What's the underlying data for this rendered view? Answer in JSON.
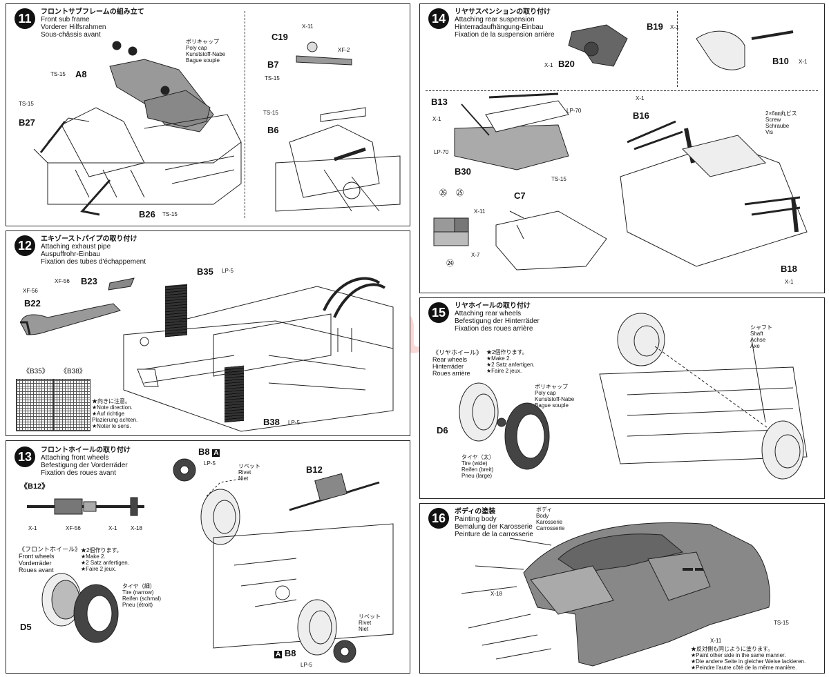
{
  "watermark": "modelartikl.cz",
  "steps": {
    "s11": {
      "number": "11",
      "jp": "フロントサブフレームの組み立て",
      "en": "Front sub frame",
      "de": "Vorderer Hilfsrahmen",
      "fr": "Sous-châssis avant",
      "labels": {
        "polycap_jp": "ポリキャップ",
        "polycap_en": "Poly cap",
        "polycap_de": "Kunststoff-Nabe",
        "polycap_fr": "Bague souple",
        "a8": "A8",
        "ts15_a": "TS-15",
        "ts15_b": "TS-15",
        "ts15_c": "TS-15",
        "ts15_d": "TS-15",
        "ts15_e": "TS-15",
        "b27": "B27",
        "b26": "B26",
        "c19": "C19",
        "x11": "X-11",
        "xf2": "XF-2",
        "b7": "B7",
        "b6": "B6"
      }
    },
    "s12": {
      "number": "12",
      "jp": "エキゾーストパイプの取り付け",
      "en": "Attaching exhaust pipe",
      "de": "Auspuffrohr-Einbau",
      "fr": "Fixation des tubes d'échappement",
      "labels": {
        "xf56_a": "XF-56",
        "xf56_b": "XF-56",
        "b23": "B23",
        "b22": "B22",
        "b35": "B35",
        "lp5_a": "LP-5",
        "b38": "B38",
        "lp5_b": "LP-5",
        "b35_tag": "《B35》",
        "b38_tag": "《B38》"
      },
      "note": [
        "★向きに注意。",
        "★Note direction.",
        "★Auf richtige",
        "Plazierung achten.",
        "★Noter le sens."
      ]
    },
    "s13": {
      "number": "13",
      "jp": "フロントホイールの取り付け",
      "en": "Attaching front wheels",
      "de": "Befestigung der Vorderräder",
      "fr": "Fixation des roues avant",
      "labels": {
        "b12_tag": "《B12》",
        "x1_a": "X-1",
        "xf56": "XF-56",
        "x1_b": "X-1",
        "x18": "X-18",
        "wheel_jp": "《フロントホイール》",
        "wheel_en": "Front wheels",
        "wheel_de": "Vorderräder",
        "wheel_fr": "Roues avant",
        "make_jp": "★2個作ります。",
        "make_en": "★Make 2.",
        "make_de": "★2 Satz anfertigen.",
        "make_fr": "★Faire 2 jeux.",
        "tire_jp": "タイヤ（細）",
        "tire_en": "Tire (narrow)",
        "tire_de": "Reifen (schmal)",
        "tire_fr": "Pneu (étroit)",
        "d5": "D5",
        "b8_a": "B8",
        "lp5_a": "LP-5",
        "rivet_jp_a": "リベット",
        "rivet_en_a": "Rivet",
        "rivet_de_a": "Niet",
        "b12": "B12",
        "rivet_jp_b": "リベット",
        "rivet_en_b": "Rivet",
        "rivet_de_b": "Niet",
        "b8_b": "B8",
        "lp5_b": "LP-5",
        "a_box": "A"
      }
    },
    "s14": {
      "number": "14",
      "jp": "リヤサスペンションの取り付け",
      "en": "Attaching rear suspension",
      "de": "Hinterradaufhängung-Einbau",
      "fr": "Fixation de la suspension arrière",
      "labels": {
        "b19": "B19",
        "x1_a": "X-1",
        "x1_b": "X-1",
        "b20": "B20",
        "b10": "B10",
        "x1_c": "X-1",
        "b13": "B13",
        "x1_d": "X-1",
        "lp70_a": "LP-70",
        "lp70_b": "LP-70",
        "b30": "B30",
        "ts15": "TS-15",
        "x1_e": "X-1",
        "b16": "B16",
        "screw_jp": "2×6㎜丸ビス",
        "screw_en": "Screw",
        "screw_de": "Schraube",
        "screw_fr": "Vis",
        "n26": "㉖",
        "n25": "㉕",
        "n24": "㉔",
        "x11": "X-11",
        "x7": "X-7",
        "c7": "C7",
        "b18": "B18",
        "x1_f": "X-1"
      }
    },
    "s15": {
      "number": "15",
      "jp": "リヤホイールの取り付け",
      "en": "Attaching rear wheels",
      "de": "Befestigung der Hinterräder",
      "fr": "Fixation des roues arrière",
      "labels": {
        "wheel_jp": "《リヤホイール》",
        "wheel_en": "Rear wheels",
        "wheel_de": "Hinterräder",
        "wheel_fr": "Roues arrière",
        "make_jp": "★2個作ります。",
        "make_en": "★Make 2.",
        "make_de": "★2 Satz anfertigen.",
        "make_fr": "★Faire 2 jeux.",
        "polycap_jp": "ポリキャップ",
        "polycap_en": "Poly cap",
        "polycap_de": "Kunststoff-Nabe",
        "polycap_fr": "Bague souple",
        "d6": "D6",
        "tire_jp": "タイヤ（太）",
        "tire_en": "Tire (wide)",
        "tire_de": "Reifen (breit)",
        "tire_fr": "Pneu (large)",
        "shaft_jp": "シャフト",
        "shaft_en": "Shaft",
        "shaft_de": "Achse",
        "shaft_fr": "Axe"
      }
    },
    "s16": {
      "number": "16",
      "jp": "ボディの塗装",
      "en": "Painting body",
      "de": "Bemalung der Karosserie",
      "fr": "Peinture de la carrosserie",
      "labels": {
        "body_jp": "ボディ",
        "body_en": "Body",
        "body_de": "Karosserie",
        "body_fr": "Carrosserie",
        "x18": "X-18",
        "ts15": "TS-15",
        "x11": "X-11"
      },
      "note": [
        "★反対側も同じように塗ります。",
        "★Paint other side in the same manner.",
        "★Die andere Seite in gleicher Weise lackieren.",
        "★Peindre l'autre côté de la même manière."
      ]
    }
  }
}
